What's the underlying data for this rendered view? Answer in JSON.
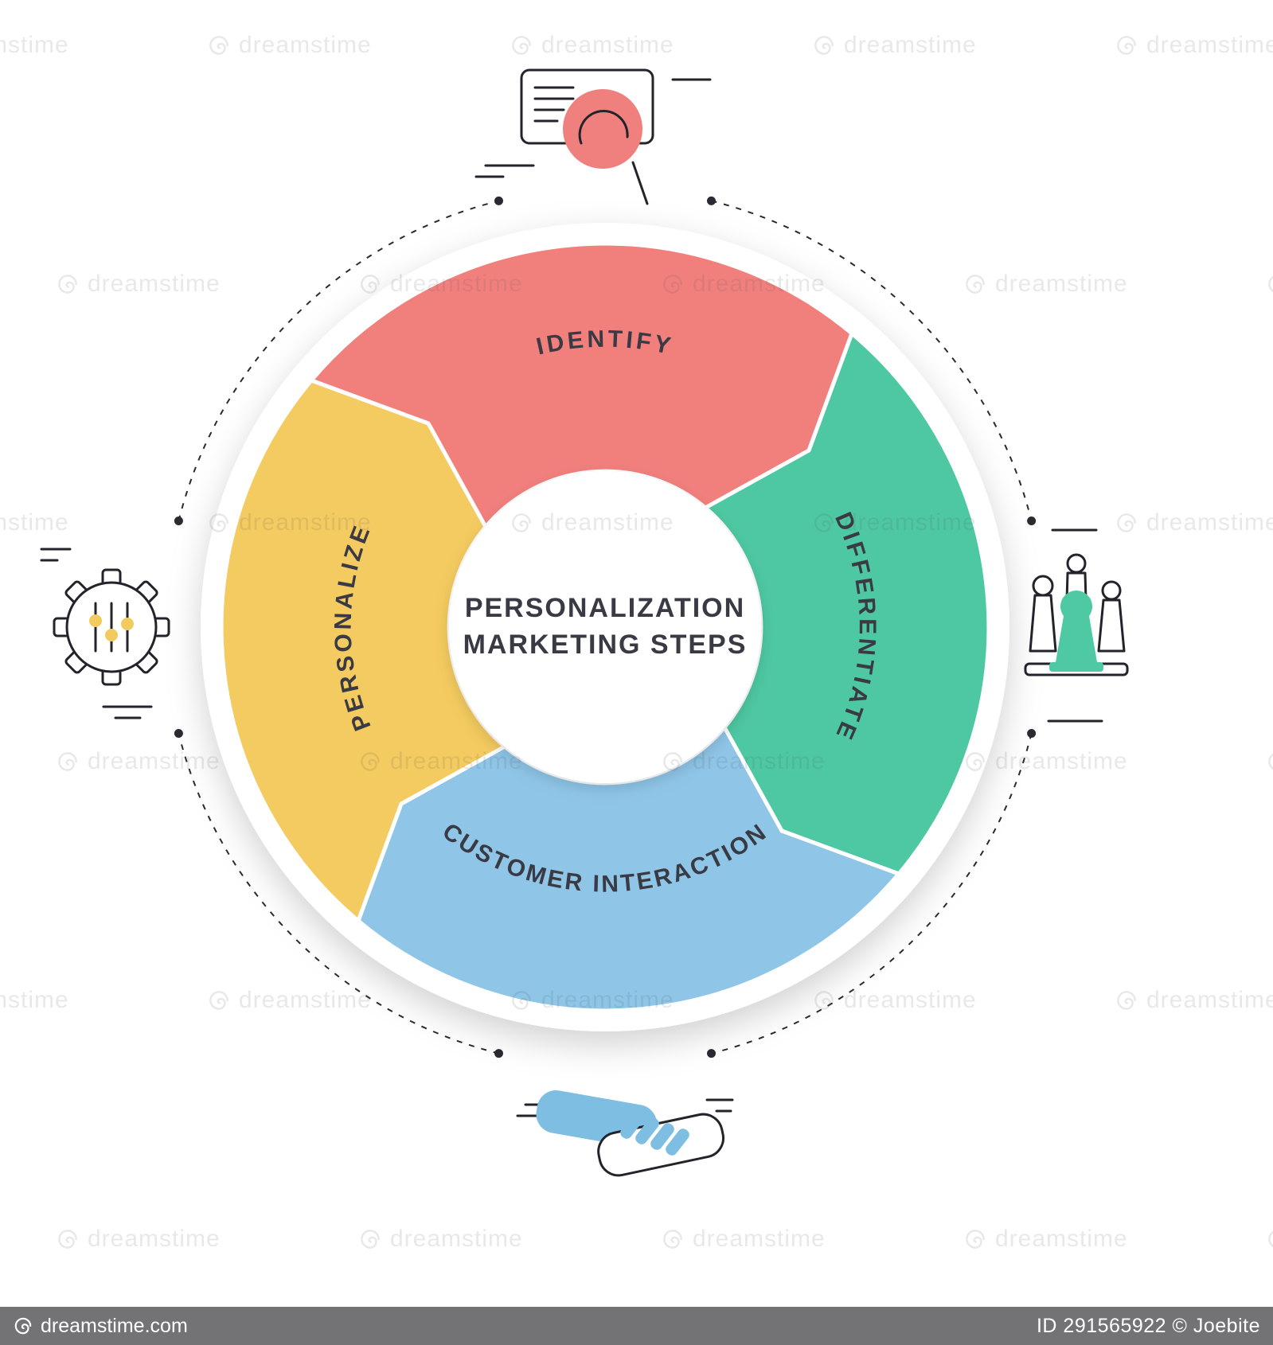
{
  "center": {
    "line1": "PERSONALIZATION",
    "line2": "MARKETING STEPS"
  },
  "segments": [
    {
      "label": "IDENTIFY",
      "color": "#F1807D"
    },
    {
      "label": "DIFFERENTIATE",
      "color": "#4EC8A3"
    },
    {
      "label": "CUSTOMER INTERACTION",
      "color": "#8FC6E8"
    },
    {
      "label": "PERSONALIZE",
      "color": "#F4CB60"
    }
  ],
  "icons": [
    {
      "name": "magnifier-card-icon",
      "color": "#F0807E"
    },
    {
      "name": "chess-pieces-icon",
      "color": "#4FC9A3"
    },
    {
      "name": "handshake-icon",
      "color": "#7FBEE3"
    },
    {
      "name": "gear-sliders-icon",
      "color": "#F2CB5F"
    }
  ],
  "colors": {
    "ink": "#23232b",
    "label_text": "#3a3a45"
  },
  "watermark": {
    "tile": "dreamstime",
    "site": "dreamstime.com",
    "credit": "ID 291565922 © Joebite"
  }
}
